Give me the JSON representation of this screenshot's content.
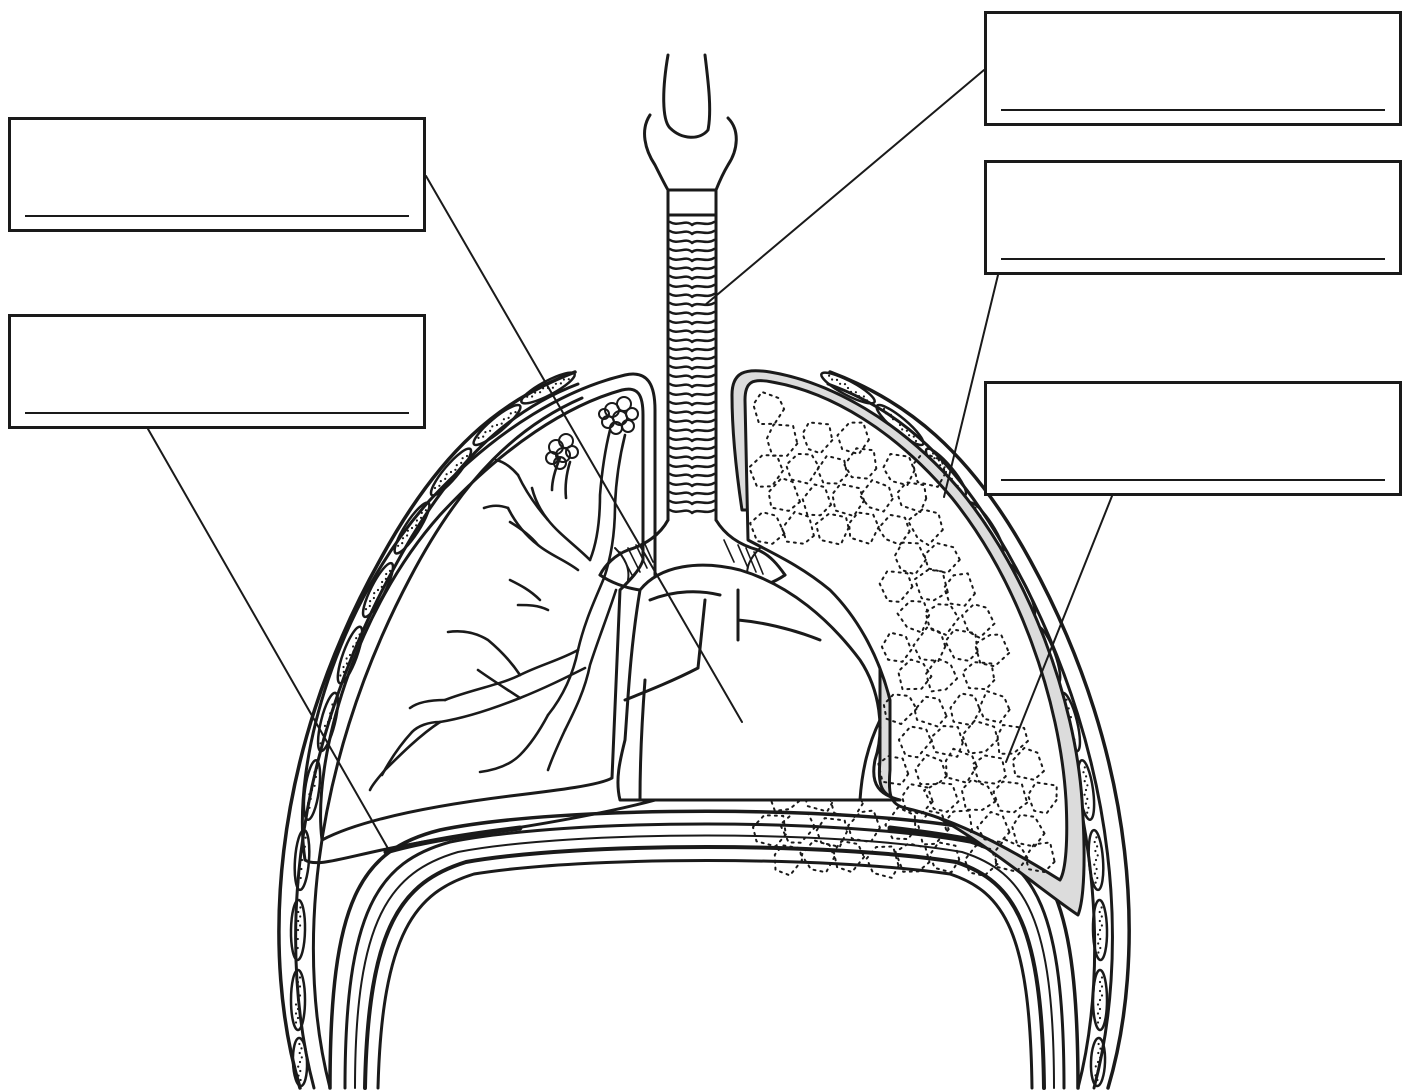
{
  "diagram": {
    "labels": [
      {
        "id": "top-left",
        "text": ""
      },
      {
        "id": "mid-left",
        "text": ""
      },
      {
        "id": "top-right",
        "text": ""
      },
      {
        "id": "mid-right",
        "text": ""
      },
      {
        "id": "low-right",
        "text": ""
      }
    ],
    "colors": {
      "ink": "#1a1a1a",
      "pleura_fill": "#dcdcdc",
      "background": "#ffffff"
    }
  }
}
